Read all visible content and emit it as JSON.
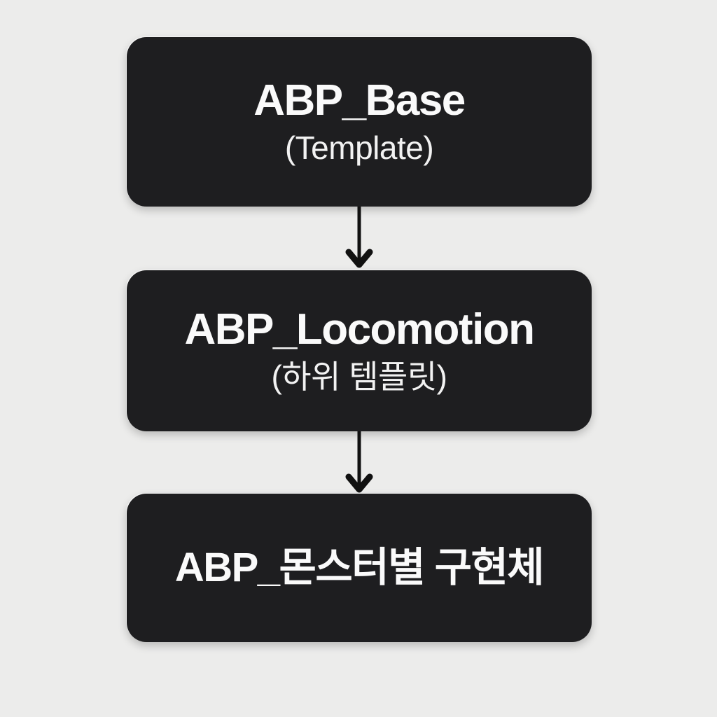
{
  "colors": {
    "background": "#ececeb",
    "node_fill": "#1e1e20",
    "node_text": "#fafafa",
    "arrow": "#111111"
  },
  "diagram": {
    "type": "vertical-flow",
    "nodes": [
      {
        "title": "ABP_Base",
        "subtitle": "(Template)"
      },
      {
        "title": "ABP_Locomotion",
        "subtitle": "(하위 템플릿)"
      },
      {
        "title": "ABP_몬스터별 구현체",
        "subtitle": ""
      }
    ],
    "connectors": [
      {
        "from": "ABP_Base",
        "to": "ABP_Locomotion",
        "style": "arrow-down"
      },
      {
        "from": "ABP_Locomotion",
        "to": "ABP_몬스터별 구현체",
        "style": "arrow-down"
      }
    ]
  }
}
